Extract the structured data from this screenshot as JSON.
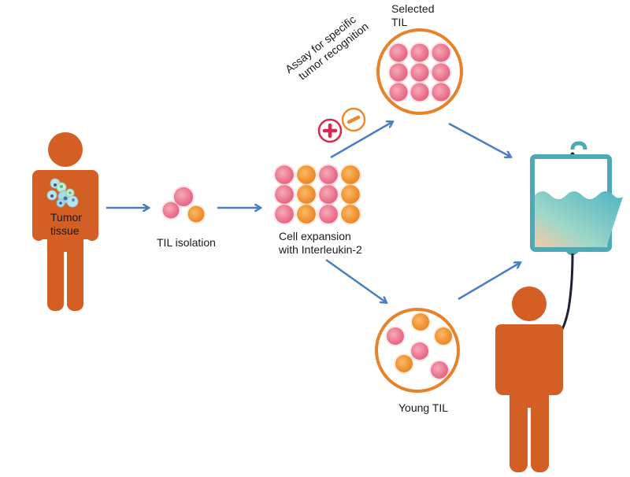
{
  "title": "Tumor-infiltrating lymphocyte (TIL) therapy workflow",
  "labels": {
    "tumor_tissue_line1": "Tumor",
    "tumor_tissue_line2": "tissue",
    "til_isolation": "TIL isolation",
    "cell_expansion_line1": "Cell expansion",
    "cell_expansion_line2": "with Interleukin-2",
    "assay_line1": "Assay for specific",
    "assay_line2": "tumor recognition",
    "selected_til_line1": "Selected",
    "selected_til_line2": "TIL",
    "young_til": "Young TIL"
  },
  "symbols": {
    "positive": "+",
    "negative": "−"
  },
  "icons": [
    "person-icon",
    "tumor-cells-icon",
    "cell-icon",
    "iv-bag-icon",
    "arrow-icon",
    "plus-icon",
    "minus-icon"
  ],
  "colors": {
    "person": "#d45f24",
    "arrow": "#4a7fc1",
    "pink_cell": "#ee7f98",
    "orange_cell": "#f29a3a",
    "circle_border": "#e8822a",
    "iv_bag": "#4ea8b6",
    "plus": "#d9284e",
    "minus": "#ee8a2a"
  }
}
